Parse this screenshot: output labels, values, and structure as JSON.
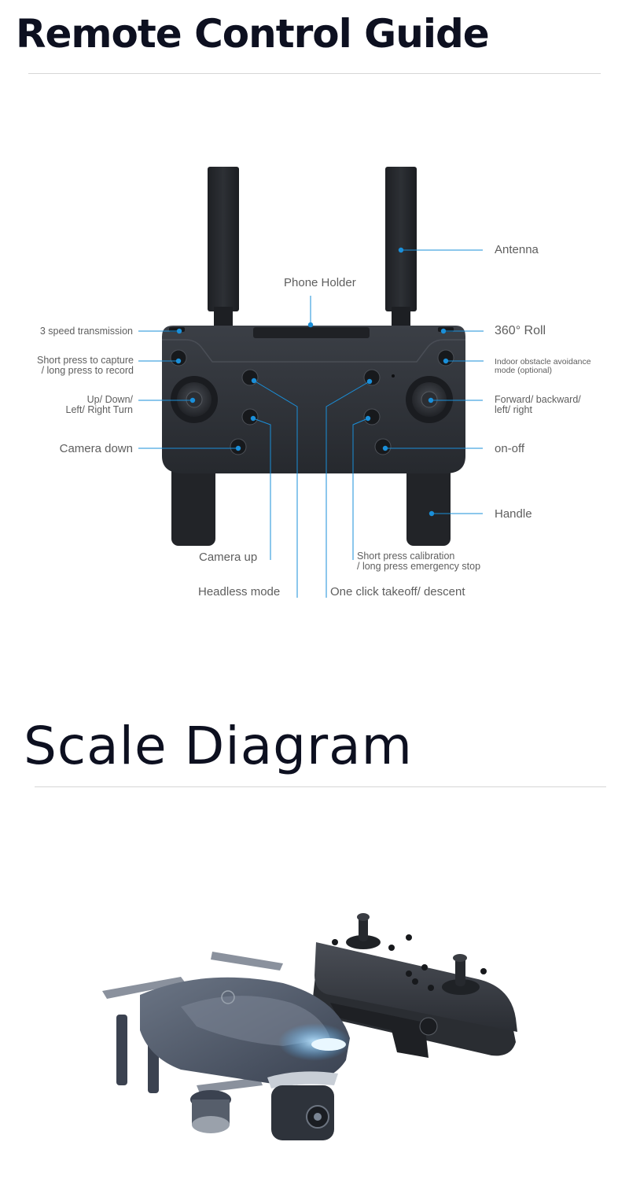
{
  "sections": {
    "remote_title": "Remote Control Guide",
    "scale_title": "Scale Diagram"
  },
  "labels": {
    "antenna": "Antenna",
    "phone_holder": "Phone Holder",
    "speed": "3 speed transmission",
    "roll": "360° Roll",
    "capture_1": "Short press to capture",
    "capture_2": "/ long press to record",
    "obstacle_1": "Indoor obstacle avoidance",
    "obstacle_2": "mode (optional)",
    "updown_1": "Up/ Down/",
    "updown_2": "Left/ Right Turn",
    "forward_1": "Forward/ backward/",
    "forward_2": "left/ right",
    "camera_down": "Camera down",
    "onoff": "on-off",
    "handle": "Handle",
    "camera_up": "Camera up",
    "calibration_1": "Short press calibration",
    "calibration_2": "/ long press emergency stop",
    "headless": "Headless mode",
    "takeoff": "One click takeoff/ descent"
  },
  "colors": {
    "accent": "#1a8fd9",
    "title": "#0d1020",
    "label": "#5e5e5e",
    "controller": "#2c2f35"
  }
}
